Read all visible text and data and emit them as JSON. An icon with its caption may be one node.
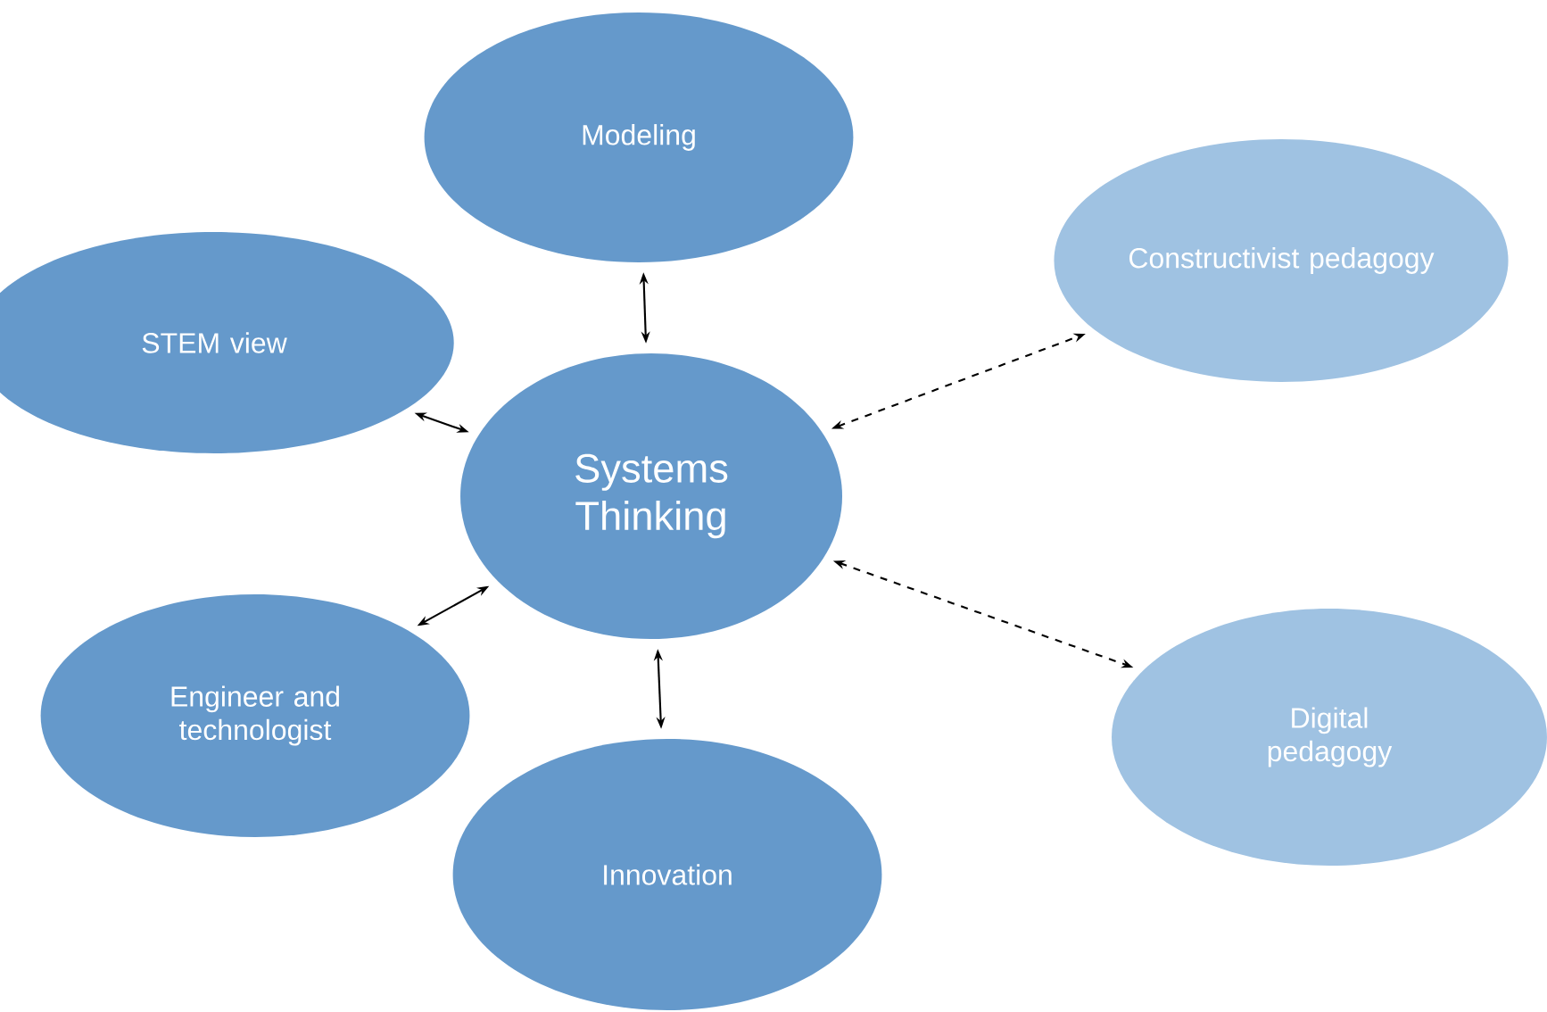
{
  "diagram": {
    "nodes": [
      {
        "text": [
          "Systems Thinking"
        ]
      },
      {
        "text": [
          "Modeling"
        ]
      },
      {
        "text": [
          "STEM view"
        ]
      },
      {
        "text": [
          "Constructivist pedagogy"
        ]
      },
      {
        "text": [
          "Engineer and technologist"
        ]
      },
      {
        "text": [
          "Innovation"
        ]
      },
      {
        "text": [
          "Digital pedagogy"
        ]
      }
    ],
    "edges": [
      {
        "from": 0,
        "to": 1,
        "arrow": "both"
      },
      {
        "from": 0,
        "to": 2,
        "arrow": "both"
      },
      {
        "from": 0,
        "to": 3,
        "arrow": "both",
        "style": "dashed"
      },
      {
        "from": 0,
        "to": 4,
        "arrow": "both"
      },
      {
        "from": 0,
        "to": 5,
        "arrow": "both"
      },
      {
        "from": 0,
        "to": 6,
        "arrow": "both",
        "style": "dashed"
      }
    ]
  }
}
